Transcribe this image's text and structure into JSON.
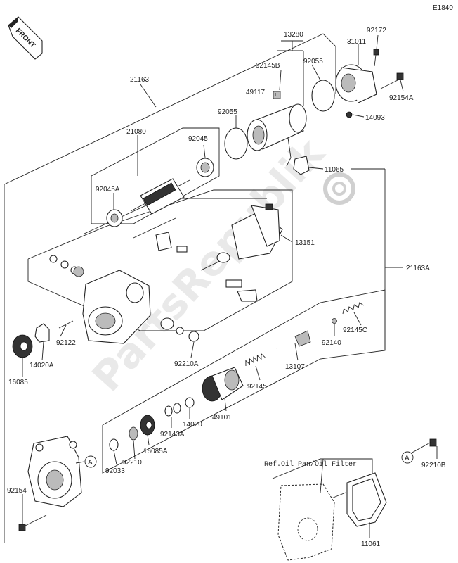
{
  "diagram_code": "E1840",
  "front_label": "FRONT",
  "watermark": "PartsRepublik",
  "callouts": {
    "p21163": "21163",
    "p13280": "13280",
    "p31011": "31011",
    "p92172": "92172",
    "p92145B": "92145B",
    "p92055a": "92055",
    "p49117": "49117",
    "p92154A": "92154A",
    "p14093": "14093",
    "p92055b": "92055",
    "p21080": "21080",
    "p92045": "92045",
    "p11065": "11065",
    "p92045A": "92045A",
    "p13151": "13151",
    "p21163A": "21163A",
    "p92145C": "92145C",
    "p92122": "92122",
    "p92140": "92140",
    "p14020A": "14020A",
    "p92210A": "92210A",
    "p13107": "13107",
    "p16085": "16085",
    "p92145": "92145",
    "p49101": "49101",
    "p14020": "14020",
    "p92143A": "92143A",
    "p16085A": "16085A",
    "p92210": "92210",
    "p92033": "92033",
    "p92154": "92154",
    "p92210B": "92210B",
    "p11061": "11061",
    "refA1": "A",
    "refA2": "A",
    "oil_ref": "Ref.Oil Pan/Oil Filter"
  },
  "icons": [
    "front-arrow-icon",
    "gear-icon"
  ]
}
